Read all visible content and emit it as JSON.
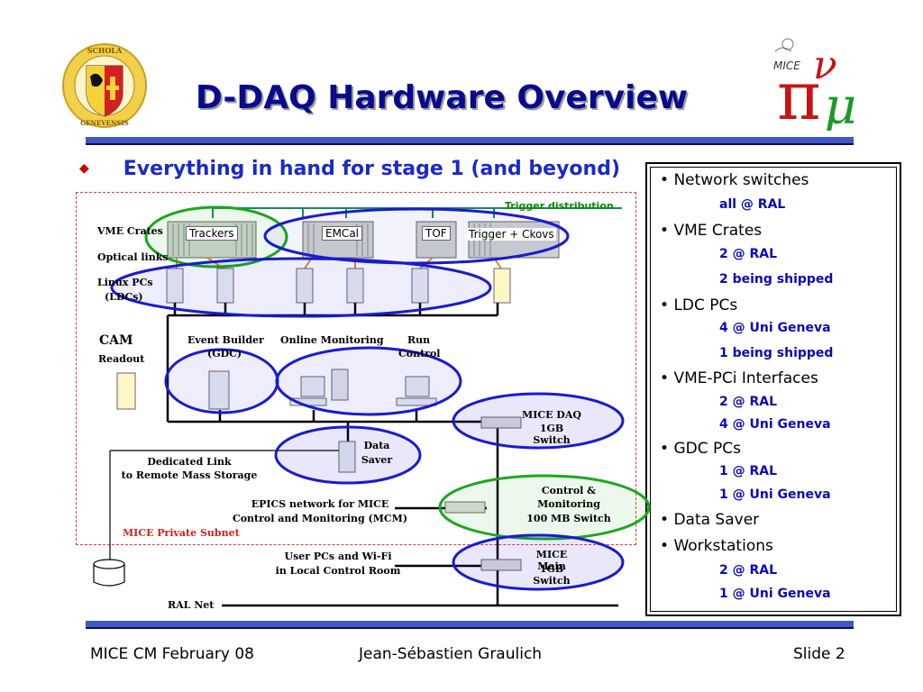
{
  "title": "D-DAQ Hardware Overview",
  "bullet": "Everything in hand for stage 1 (and beyond)",
  "panel": {
    "items": [
      {
        "label": "Network switches",
        "subs": [
          "all @ RAL"
        ]
      },
      {
        "label": "VME Crates",
        "subs": [
          "2 @ RAL",
          "2 being shipped"
        ]
      },
      {
        "label": "LDC PCs",
        "subs": [
          "4 @ Uni Geneva",
          "1 being shipped"
        ]
      },
      {
        "label": "VME-PCi Interfaces",
        "subs": [
          "2 @ RAL",
          "4 @ Uni Geneva"
        ]
      },
      {
        "label": "GDC PCs",
        "subs": [
          "1 @ RAL",
          "1 @ Uni Geneva"
        ]
      },
      {
        "label": "Data Saver",
        "subs": []
      },
      {
        "label": "Workstations",
        "subs": [
          "2 @ RAL",
          "1 @ Uni Geneva"
        ]
      }
    ]
  },
  "diagram": {
    "trigger_distribution": "Trigger distribution",
    "crates": [
      "Trackers",
      "EMCal",
      "TOF",
      "Trigger + Ckovs"
    ],
    "vme_crates": "VME Crates",
    "optical_links": "Optical links",
    "linux_pcs": "Linux PCs",
    "ldcs": "(LDCs)",
    "cam": "CAM",
    "readout": "Readout",
    "event_builder": "Event Builder",
    "gdc": "(GDC)",
    "online_monitoring": "Online Monitoring",
    "run": "Run",
    "control": "Control",
    "mice_daq": "MICE DAQ",
    "daq_switch": "1GB Switch",
    "data": "Data",
    "saver": "Saver",
    "dedicated_link": "Dedicated Link",
    "remote_storage": "to Remote Mass Storage",
    "epics": "EPICS network for MICE",
    "mcm": "Control and Monitoring (MCM)",
    "control_amp": "Control &",
    "monitoring": "Monitoring",
    "mb_switch": "100 MB Switch",
    "private_subnet": "MICE Private Subnet",
    "user_pcs": "User PCs and Wi-Fi",
    "local_control": "in Local Control Room",
    "mice_main": "MICE Main",
    "main_switch": "1GB Switch",
    "ral_net": "RAL Net"
  },
  "logos": {
    "left_text_top": "SCHOLA",
    "left_text_bottom": "GENEVENSIS",
    "right_text": "MICE"
  },
  "footer": {
    "left": "MICE CM February 08",
    "center": "Jean-Sébastien Graulich",
    "right": "Slide 2"
  },
  "colors": {
    "title": "#0a0a8c",
    "accent_blue": "#1a2ac8",
    "ellipse_blue": "#1a1ad0",
    "ellipse_green": "#1aa81a",
    "subnet_red": "#e01b1b"
  }
}
